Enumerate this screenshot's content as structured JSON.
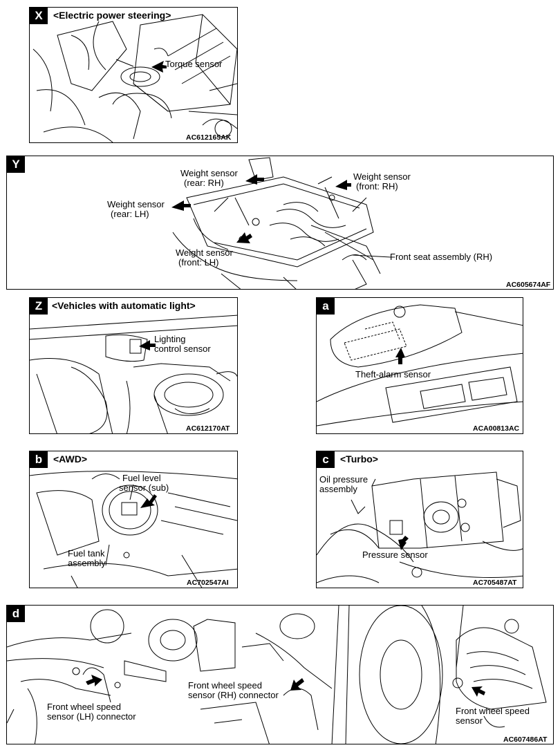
{
  "panels": {
    "x": {
      "tag": "X",
      "title": "<Electric power steering>",
      "labels": {
        "torque": "Torque sensor"
      },
      "code": "AC612165AK"
    },
    "y": {
      "tag": "Y",
      "labels": {
        "rear_rh_1": "Weight sensor",
        "rear_rh_2": "(rear: RH)",
        "front_rh_1": "Weight sensor",
        "front_rh_2": "(front: RH)",
        "rear_lh_1": "Weight sensor",
        "rear_lh_2": "(rear: LH)",
        "front_lh_1": "Weight sensor",
        "front_lh_2": "(front: LH)",
        "seat": "Front seat assembly (RH)"
      },
      "code": "AC605674AF"
    },
    "z": {
      "tag": "Z",
      "title": "<Vehicles with automatic light>",
      "labels": {
        "l1": "Lighting",
        "l2": "control sensor"
      },
      "code": "AC612170AT"
    },
    "a": {
      "tag": "a",
      "labels": {
        "theft": "Theft-alarm sensor"
      },
      "code": "ACA00813AC"
    },
    "b": {
      "tag": "b",
      "title": "<AWD>",
      "labels": {
        "fl1": "Fuel level",
        "fl2": "sensor (sub)",
        "ft1": "Fuel tank",
        "ft2": "assembly"
      },
      "code": "AC702547AI"
    },
    "c": {
      "tag": "c",
      "title": "<Turbo>",
      "labels": {
        "op1": "Oil pressure",
        "op2": "assembly",
        "ps": "Pressure sensor"
      },
      "code": "AC705487AT"
    },
    "d": {
      "tag": "d",
      "labels": {
        "lh1": "Front wheel speed",
        "lh2": "sensor (LH) connector",
        "rh1": "Front wheel speed",
        "rh2": "sensor (RH) connector",
        "s1": "Front wheel speed",
        "s2": "sensor"
      },
      "code": "AC607486AT"
    }
  }
}
